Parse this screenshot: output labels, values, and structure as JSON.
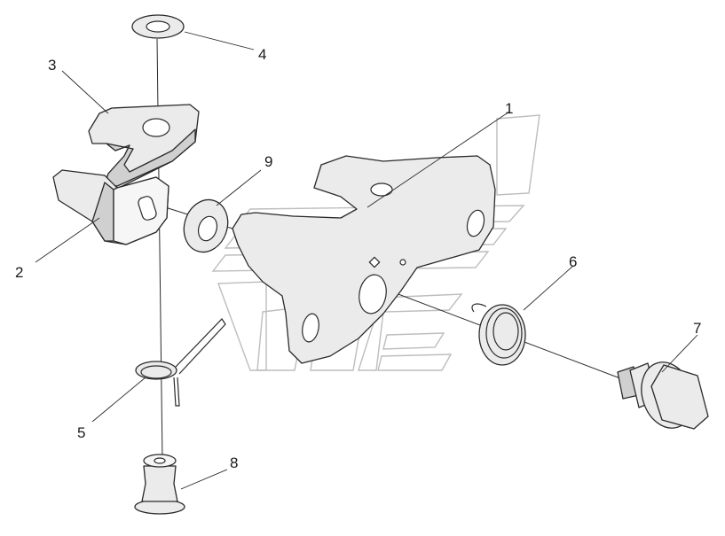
{
  "callouts": {
    "c1": "1",
    "c2": "2",
    "c3": "3",
    "c4": "4",
    "c5": "5",
    "c6": "6",
    "c7": "7",
    "c8": "8",
    "c9": "9"
  },
  "colors": {
    "line": "#2a2a2a",
    "fill": "#ebebeb",
    "watermark": "#bdbdbd"
  }
}
